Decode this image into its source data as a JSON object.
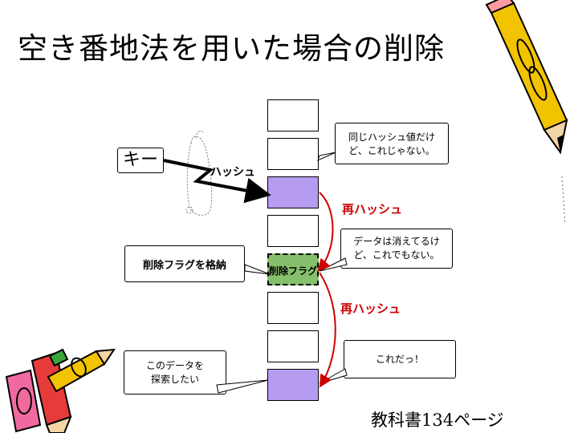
{
  "title": "空き番地法を用いた場合の削除",
  "key_label": "キー",
  "hash_label": "ハッシュ",
  "slot_deleted_flag": "削除フラグ",
  "callouts": {
    "same_hash": [
      "同じハッシュ値だけ",
      "ど、これじゃない。"
    ],
    "data_gone": [
      "データは消えてるけ",
      "ど、これでもない。"
    ],
    "found": "これだっ！",
    "store_flag": "削除フラグを格納",
    "want_delete": [
      "このデータを",
      "探索したい"
    ]
  },
  "rehash_labels": [
    "再ハッシュ",
    "再ハッシュ"
  ],
  "page_ref": "教科書134ページ",
  "colors": {
    "slot_purple": "#b59cf0",
    "slot_green": "#86c06c",
    "rehash_red": "#cc0000"
  },
  "icons": [
    "pencil-icon",
    "crayons-icon",
    "hand-icon"
  ]
}
